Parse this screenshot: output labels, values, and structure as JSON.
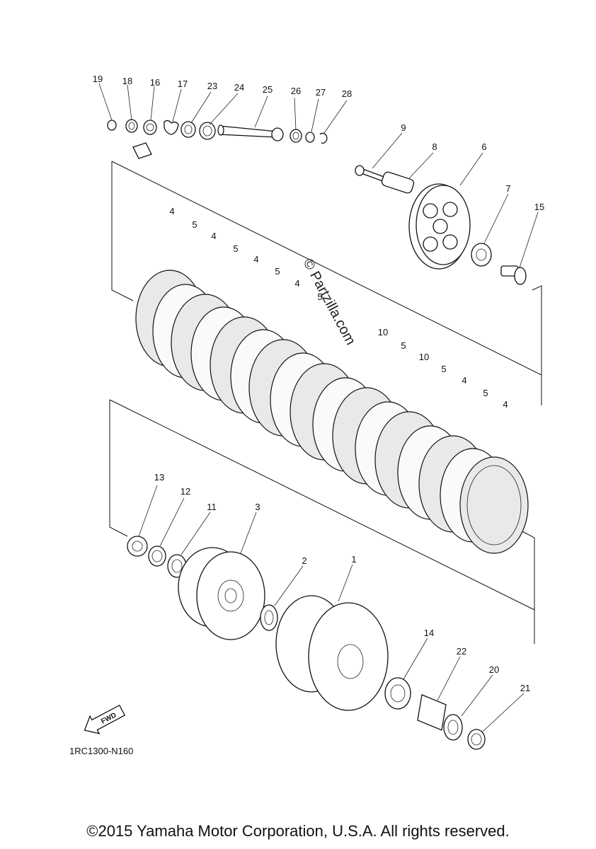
{
  "diagram": {
    "code": "1RC1300-N160",
    "copyright": "©2015 Yamaha Motor Corporation, U.S.A. All rights reserved.",
    "watermark": "© Partzilla.com",
    "fwd_label": "FWD"
  },
  "callouts": [
    "19",
    "18",
    "16",
    "17",
    "23",
    "24",
    "25",
    "26",
    "27",
    "28",
    "9",
    "8",
    "6",
    "7",
    "15",
    "4",
    "5",
    "4",
    "5",
    "4",
    "5",
    "4",
    "5",
    "10",
    "5",
    "10",
    "5",
    "4",
    "5",
    "4",
    "13",
    "12",
    "11",
    "3",
    "2",
    "1",
    "14",
    "22",
    "20",
    "21"
  ]
}
